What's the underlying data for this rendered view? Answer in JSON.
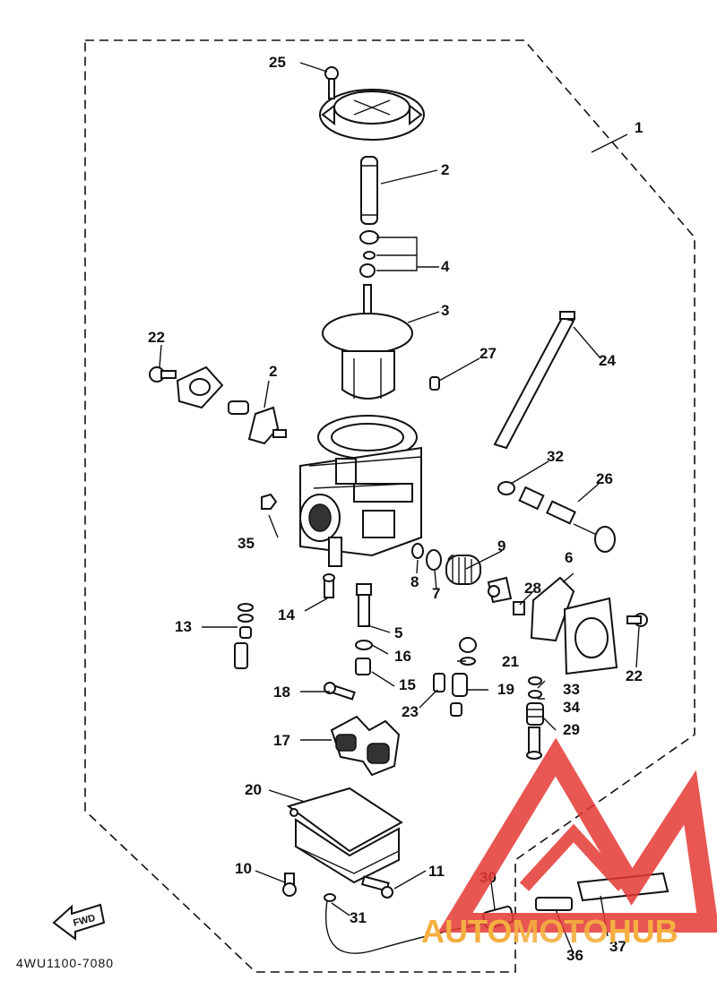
{
  "diagram": {
    "code": "4WU1100-7080",
    "fwd_label": "FWD",
    "labels": [
      "25",
      "2",
      "1",
      "4",
      "3",
      "22",
      "2",
      "27",
      "24",
      "32",
      "26",
      "9",
      "8",
      "7",
      "6",
      "28",
      "35",
      "14",
      "13",
      "5",
      "16",
      "21",
      "15",
      "23",
      "19",
      "33",
      "34",
      "22",
      "18",
      "17",
      "29",
      "20",
      "10",
      "11",
      "30",
      "31",
      "36",
      "37"
    ]
  },
  "watermark": {
    "brand_part1": "AUTO",
    "brand_part2": "MOTO",
    "brand_part3": "HUB",
    "color_red": "#e53935",
    "color_orange": "#f5b041"
  }
}
